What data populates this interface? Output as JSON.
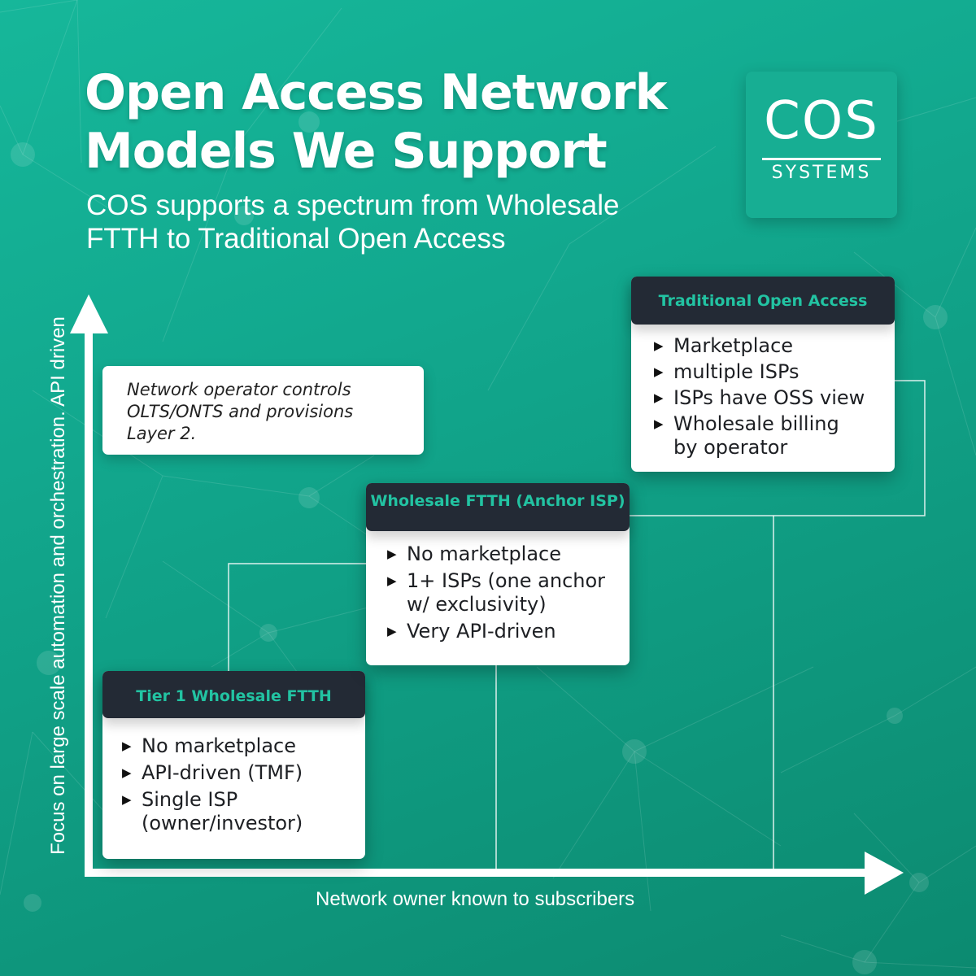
{
  "header": {
    "title_line1": "Open Access Network",
    "title_line2": "Models We Support",
    "subtitle_line1": "COS supports a spectrum from Wholesale",
    "subtitle_line2": "FTTH to Traditional Open Access"
  },
  "logo": {
    "wordmark": "COS",
    "subtext": "SYSTEMS",
    "color": "#17ae93"
  },
  "axes": {
    "y_label": "Focus on large scale automation and orchestration. API driven",
    "x_label": "Network owner known to subscribers"
  },
  "note": {
    "lines": [
      "Network operator controls",
      "OLTS/ONTS and provisions",
      "Layer 2."
    ]
  },
  "models": [
    {
      "title": "Tier 1 Wholesale FTTH",
      "bullets": [
        "No marketplace",
        "API-driven (TMF)",
        "Single ISP\n(owner/investor)"
      ]
    },
    {
      "title": "Wholesale FTTH (Anchor ISP)",
      "bullets": [
        "No marketplace",
        "1+ ISPs (one anchor\nw/ exclusivity)",
        "Very API-driven"
      ]
    },
    {
      "title": "Traditional Open Access",
      "bullets": [
        "Marketplace",
        "multiple ISPs",
        "ISPs have OSS view",
        "Wholesale billing\nby operator"
      ]
    }
  ],
  "bullet_glyph": "▶",
  "colors": {
    "background": "#12a88e",
    "card_header": "#232a35",
    "card_header_text": "#22c3a2",
    "card_body": "#ffffff"
  }
}
